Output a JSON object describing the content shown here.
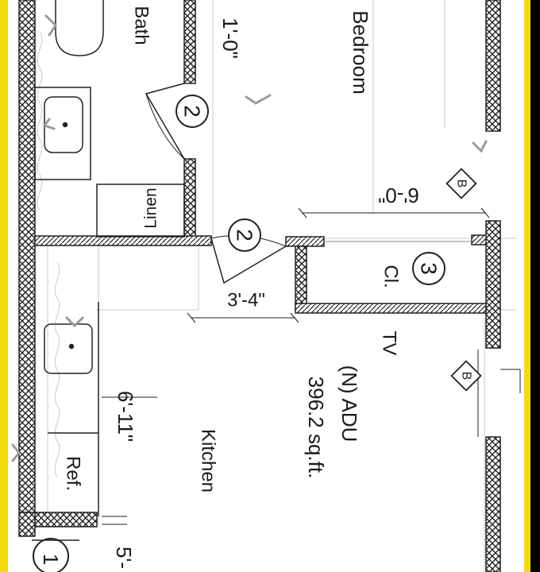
{
  "rooms": {
    "bath": "Bath",
    "bedroom": "Bedroom",
    "linen": "Linen",
    "closet": "Cl.",
    "kitchen": "Kitchen",
    "ref": "Ref.",
    "tv": "TV",
    "adu_line1": "(N) ADU",
    "adu_line2": "396.2 sq.ft."
  },
  "dimensions": {
    "bath_top": "1'-0\"",
    "bedroom_width": "6'-0\"",
    "hall": "3'-4\"",
    "kitchen": "6'-11\"",
    "bottom": "5'-"
  },
  "tags": {
    "door_bath": "2",
    "door_hall": "2",
    "closet": "3",
    "bottom_left": "1",
    "section_top": "B",
    "section_mid": "B"
  },
  "colors": {
    "border": "#f5d90f",
    "paper": "#ffffff",
    "wall": "#222222",
    "faint": "#c8c8c8",
    "arrow": "#9a9a9a"
  }
}
